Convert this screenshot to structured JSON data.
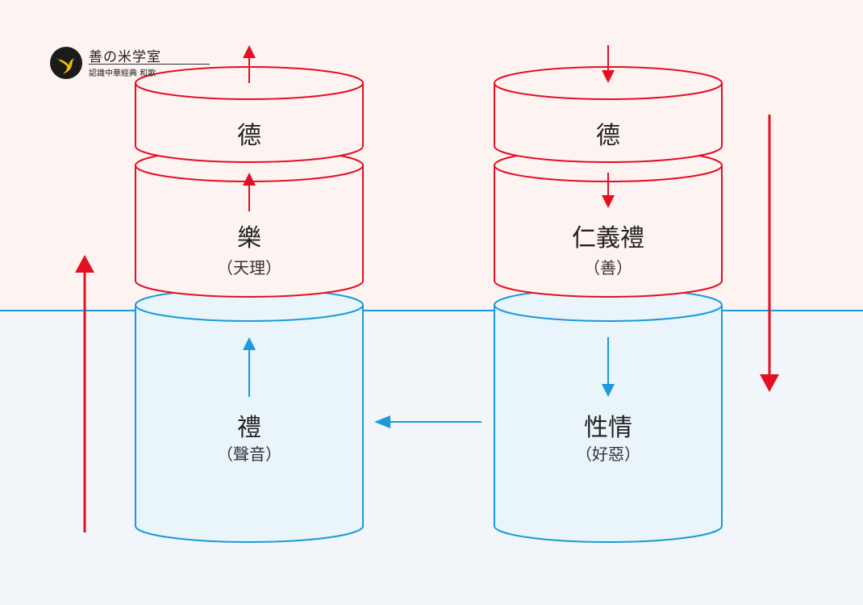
{
  "logo": {
    "title": "善の米学室",
    "subtitle": "認識中華經典 和歌"
  },
  "colors": {
    "red": "#e30f23",
    "blue": "#1a9ad8",
    "upper_bg": "#fdf4f2",
    "lower_bg": "#f2f5f9",
    "cyl_blue_fill": "#e9f5fb"
  },
  "left_stack": {
    "top": {
      "title": "德"
    },
    "middle": {
      "title": "樂",
      "subtitle": "（天理）"
    },
    "bottom": {
      "title": "禮",
      "subtitle": "（聲音）"
    }
  },
  "right_stack": {
    "top": {
      "title": "德"
    },
    "middle": {
      "title": "仁義禮",
      "subtitle": "（善）"
    },
    "bottom": {
      "title": "性情",
      "subtitle": "（好惡）"
    }
  }
}
